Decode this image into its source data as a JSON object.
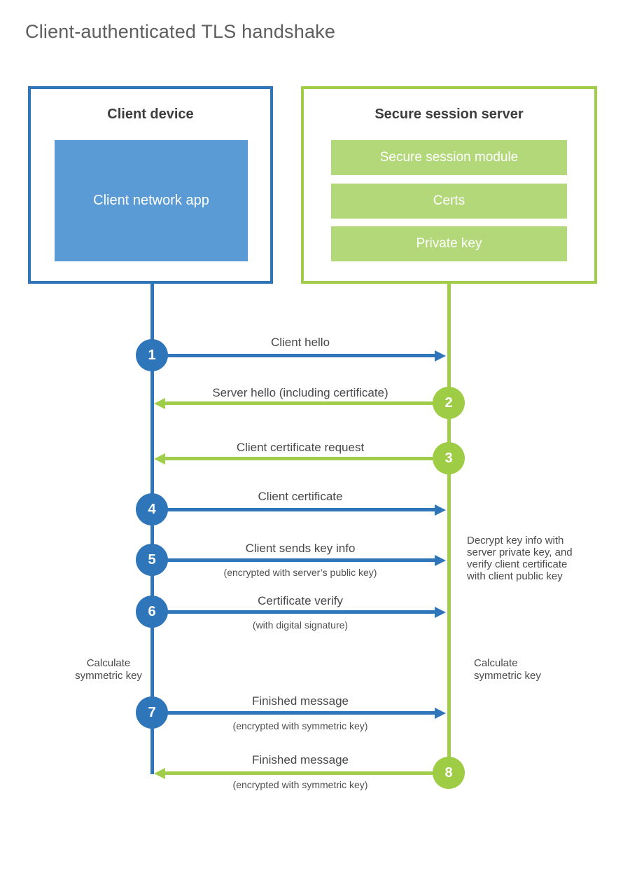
{
  "title": "Client-authenticated TLS handshake",
  "client_box": {
    "title": "Client device",
    "app_label": "Client network app"
  },
  "server_box": {
    "title": "Secure session server",
    "modules": [
      "Secure session module",
      "Certs",
      "Private key"
    ]
  },
  "messages": [
    {
      "num": "1",
      "label": "Client hello",
      "direction": "client-to-server"
    },
    {
      "num": "2",
      "label": "Server hello (including certificate)",
      "direction": "server-to-client"
    },
    {
      "num": "3",
      "label": "Client certificate request",
      "direction": "server-to-client"
    },
    {
      "num": "4",
      "label": "Client certificate",
      "direction": "client-to-server"
    },
    {
      "num": "5",
      "label": "Client sends key info",
      "sublabel": "(encrypted with server’s public key)",
      "direction": "client-to-server"
    },
    {
      "num": "6",
      "label": "Certificate verify",
      "sublabel": "(with digital signature)",
      "direction": "client-to-server"
    },
    {
      "num": "7",
      "label": "Finished message",
      "sublabel": "(encrypted with symmetric key)",
      "direction": "client-to-server"
    },
    {
      "num": "8",
      "label": "Finished message",
      "sublabel": "(encrypted with symmetric key)",
      "direction": "server-to-client"
    }
  ],
  "annotations": {
    "server_note": "Decrypt key info with server private key, and verify client certificate with client public key",
    "client_calc": "Calculate symmetric key",
    "server_calc": "Calculate symmetric key"
  },
  "colors": {
    "blue": "#2e76b9",
    "blue_fill": "#5b9bd5",
    "green": "#9fcc45",
    "green_fill": "#b3d87a"
  }
}
